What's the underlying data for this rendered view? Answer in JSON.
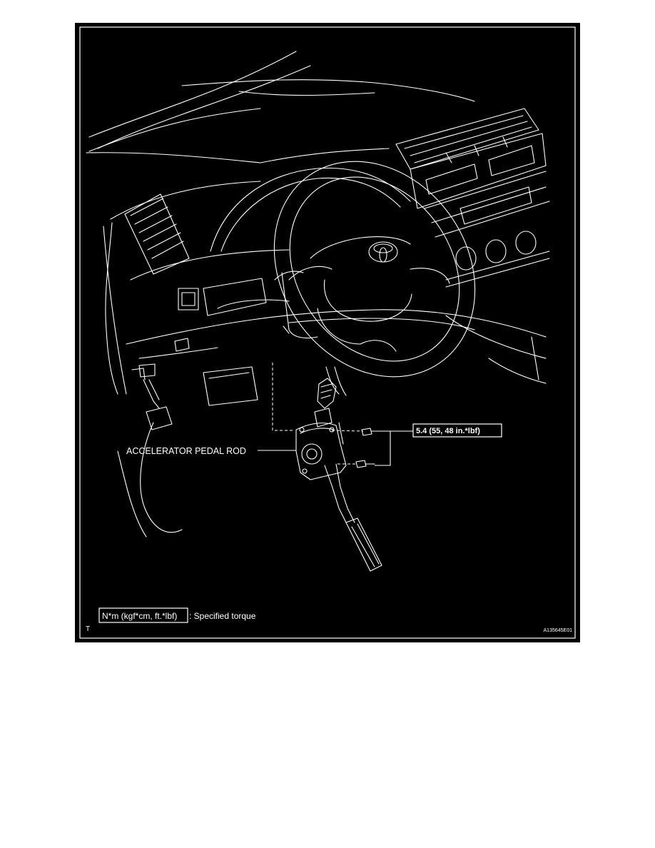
{
  "figure": {
    "callouts": {
      "accelerator_pedal_rod": "ACCELERATOR PEDAL ROD",
      "torque_spec": "5.4 (55, 48 in.*lbf)"
    },
    "legend": {
      "unit_box": "N*m (kgf*cm, ft.*lbf)",
      "description": ": Specified torque"
    },
    "corner_mark": "T",
    "figure_id": "A135645E01",
    "colors": {
      "background": "#000000",
      "line": "#ffffff",
      "page": "#ffffff"
    }
  }
}
